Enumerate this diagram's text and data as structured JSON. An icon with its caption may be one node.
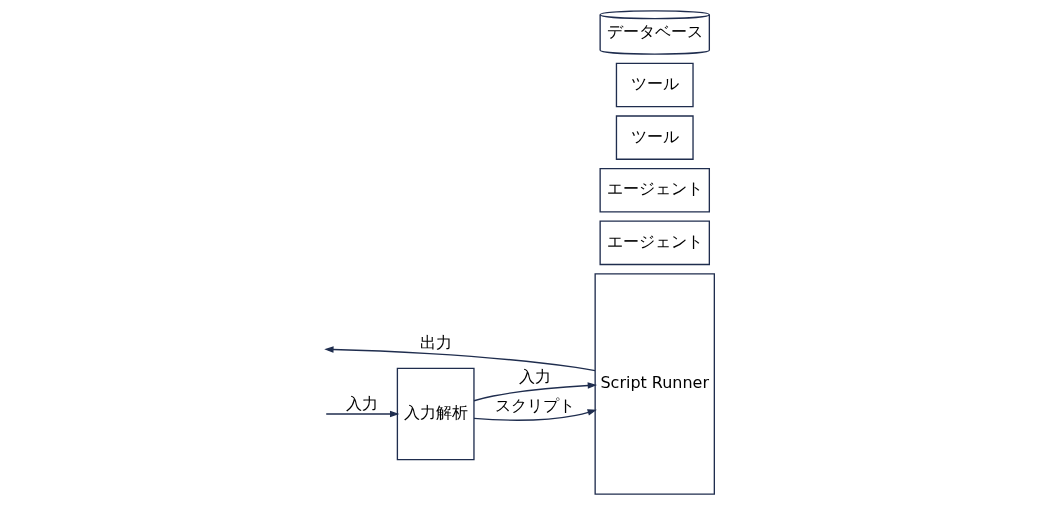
{
  "diagram": {
    "nodes": [
      {
        "text": [
          "入力解析"
        ]
      },
      {
        "text": [
          "Script Runner"
        ]
      },
      {
        "text": [
          "エージェント"
        ]
      },
      {
        "text": [
          "エージェント"
        ]
      },
      {
        "text": [
          "ツール"
        ]
      },
      {
        "text": [
          "ツール"
        ]
      },
      {
        "text": [
          "データベース"
        ]
      }
    ],
    "edges": [
      {
        "from": null,
        "to": 0,
        "arrow": "to",
        "label": "入力"
      },
      {
        "from": 0,
        "to": 1,
        "arrow": "to",
        "label": "入力"
      },
      {
        "from": 0,
        "to": 1,
        "arrow": "to",
        "label": "スクリプト"
      },
      {
        "from": 1,
        "to": null,
        "arrow": "to",
        "label": "出力"
      }
    ]
  }
}
